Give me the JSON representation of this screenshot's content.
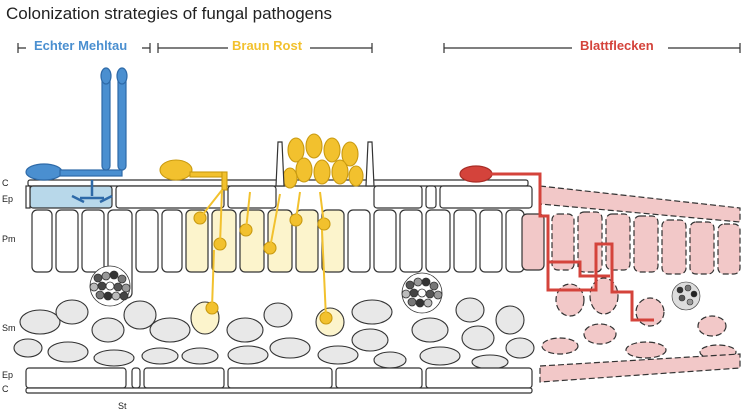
{
  "title": "Colonization strategies of fungal pathogens",
  "groups": {
    "mildew": {
      "label": "Echter Mehltau",
      "color": "#4a8fd0"
    },
    "rust": {
      "label": "Braun Rost",
      "color": "#f2c12e"
    },
    "leafspot": {
      "label": "Blattflecken",
      "color": "#d4433b"
    }
  },
  "layers": {
    "c_top": "C",
    "ep_top": "Ep",
    "pm": "Pm",
    "sm": "Sm",
    "ep_bottom": "Ep",
    "c_bottom": "C",
    "st": "St"
  }
}
